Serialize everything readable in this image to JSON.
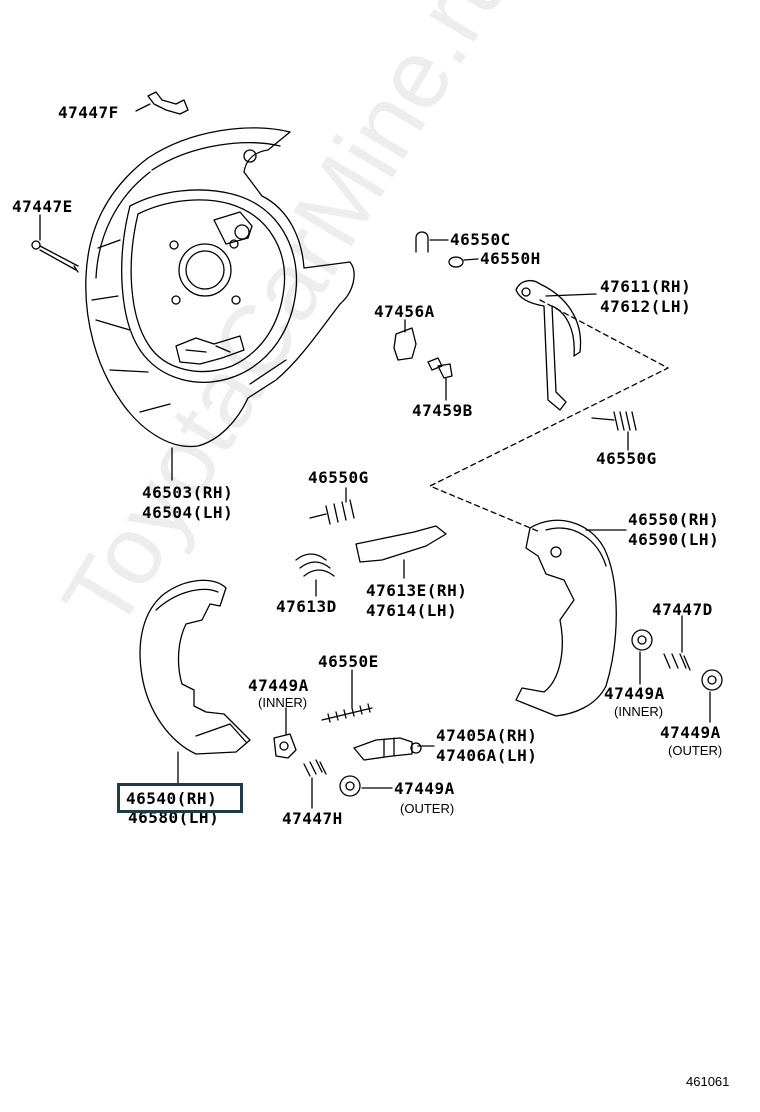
{
  "watermark": "ToyotaCarMine.ru",
  "reference_number": "461061",
  "highlight_color": "#1f3a4d",
  "parts": {
    "p47447F": "47447F",
    "p47447E": "47447E",
    "p46503": "46503(RH)",
    "p46504": "46504(LH)",
    "p46550C": "46550C",
    "p46550H": "46550H",
    "p47611": "47611(RH)",
    "p47612": "47612(LH)",
    "p47456A": "47456A",
    "p47459B": "47459B",
    "p46550G_a": "46550G",
    "p46550G_b": "46550G",
    "p47613E": "47613E(RH)",
    "p47614": "47614(LH)",
    "p47613D": "47613D",
    "p46550": "46550(RH)",
    "p46590": "46590(LH)",
    "p47447D": "47447D",
    "p46550E": "46550E",
    "p47449A_inner_left": "47449A",
    "p47449A_inner_right": "47449A",
    "p47449A_outer_left": "47449A",
    "p47449A_outer_right": "47449A",
    "p47405A": "47405A(RH)",
    "p47406A": "47406A(LH)",
    "p46540": "46540(RH)",
    "p46580": "46580(LH)",
    "p47447H": "47447H"
  },
  "notes": {
    "inner": "(INNER)",
    "outer": "(OUTER)"
  }
}
